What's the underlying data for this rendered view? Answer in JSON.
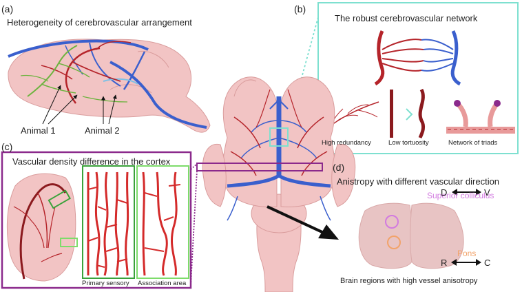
{
  "panel_a": {
    "letter": "(a)",
    "title": "Heterogeneity of cerebrovascular arrangement",
    "label_animal1": "Animal 1",
    "label_animal2": "Animal 2"
  },
  "panel_b": {
    "letter": "(b)",
    "title": "The robust cerebrovascular network",
    "caption_redundancy": "High redundancy",
    "caption_tortuosity": "Low tortuosity",
    "caption_triads": "Network of triads"
  },
  "panel_c": {
    "letter": "(c)",
    "title": "Vascular density difference in the cortex",
    "caption_primary": "Primary sensory",
    "caption_association": "Association area"
  },
  "panel_d": {
    "letter": "(d)",
    "title": "Anistropy with different vascular direction",
    "label_superior": "Superior colliculus",
    "label_pons": "Pons",
    "dir_d": "D",
    "dir_v": "V",
    "dir_r": "R",
    "dir_c": "C",
    "caption": "Brain regions with high vessel anisotropy"
  },
  "colors": {
    "artery": "#b5242a",
    "vein": "#3a5fcd",
    "brain": "#f2c4c4",
    "teal_box": "#7ee0d0",
    "purple_box": "#8b2a8c",
    "green_box": "#3aa23a",
    "light_green_box": "#7ddc6a",
    "superior_circle": "#d27ae0",
    "pons_circle": "#f2a36a",
    "superior_text": "#d27ae0",
    "pons_text": "#f2a36a"
  }
}
